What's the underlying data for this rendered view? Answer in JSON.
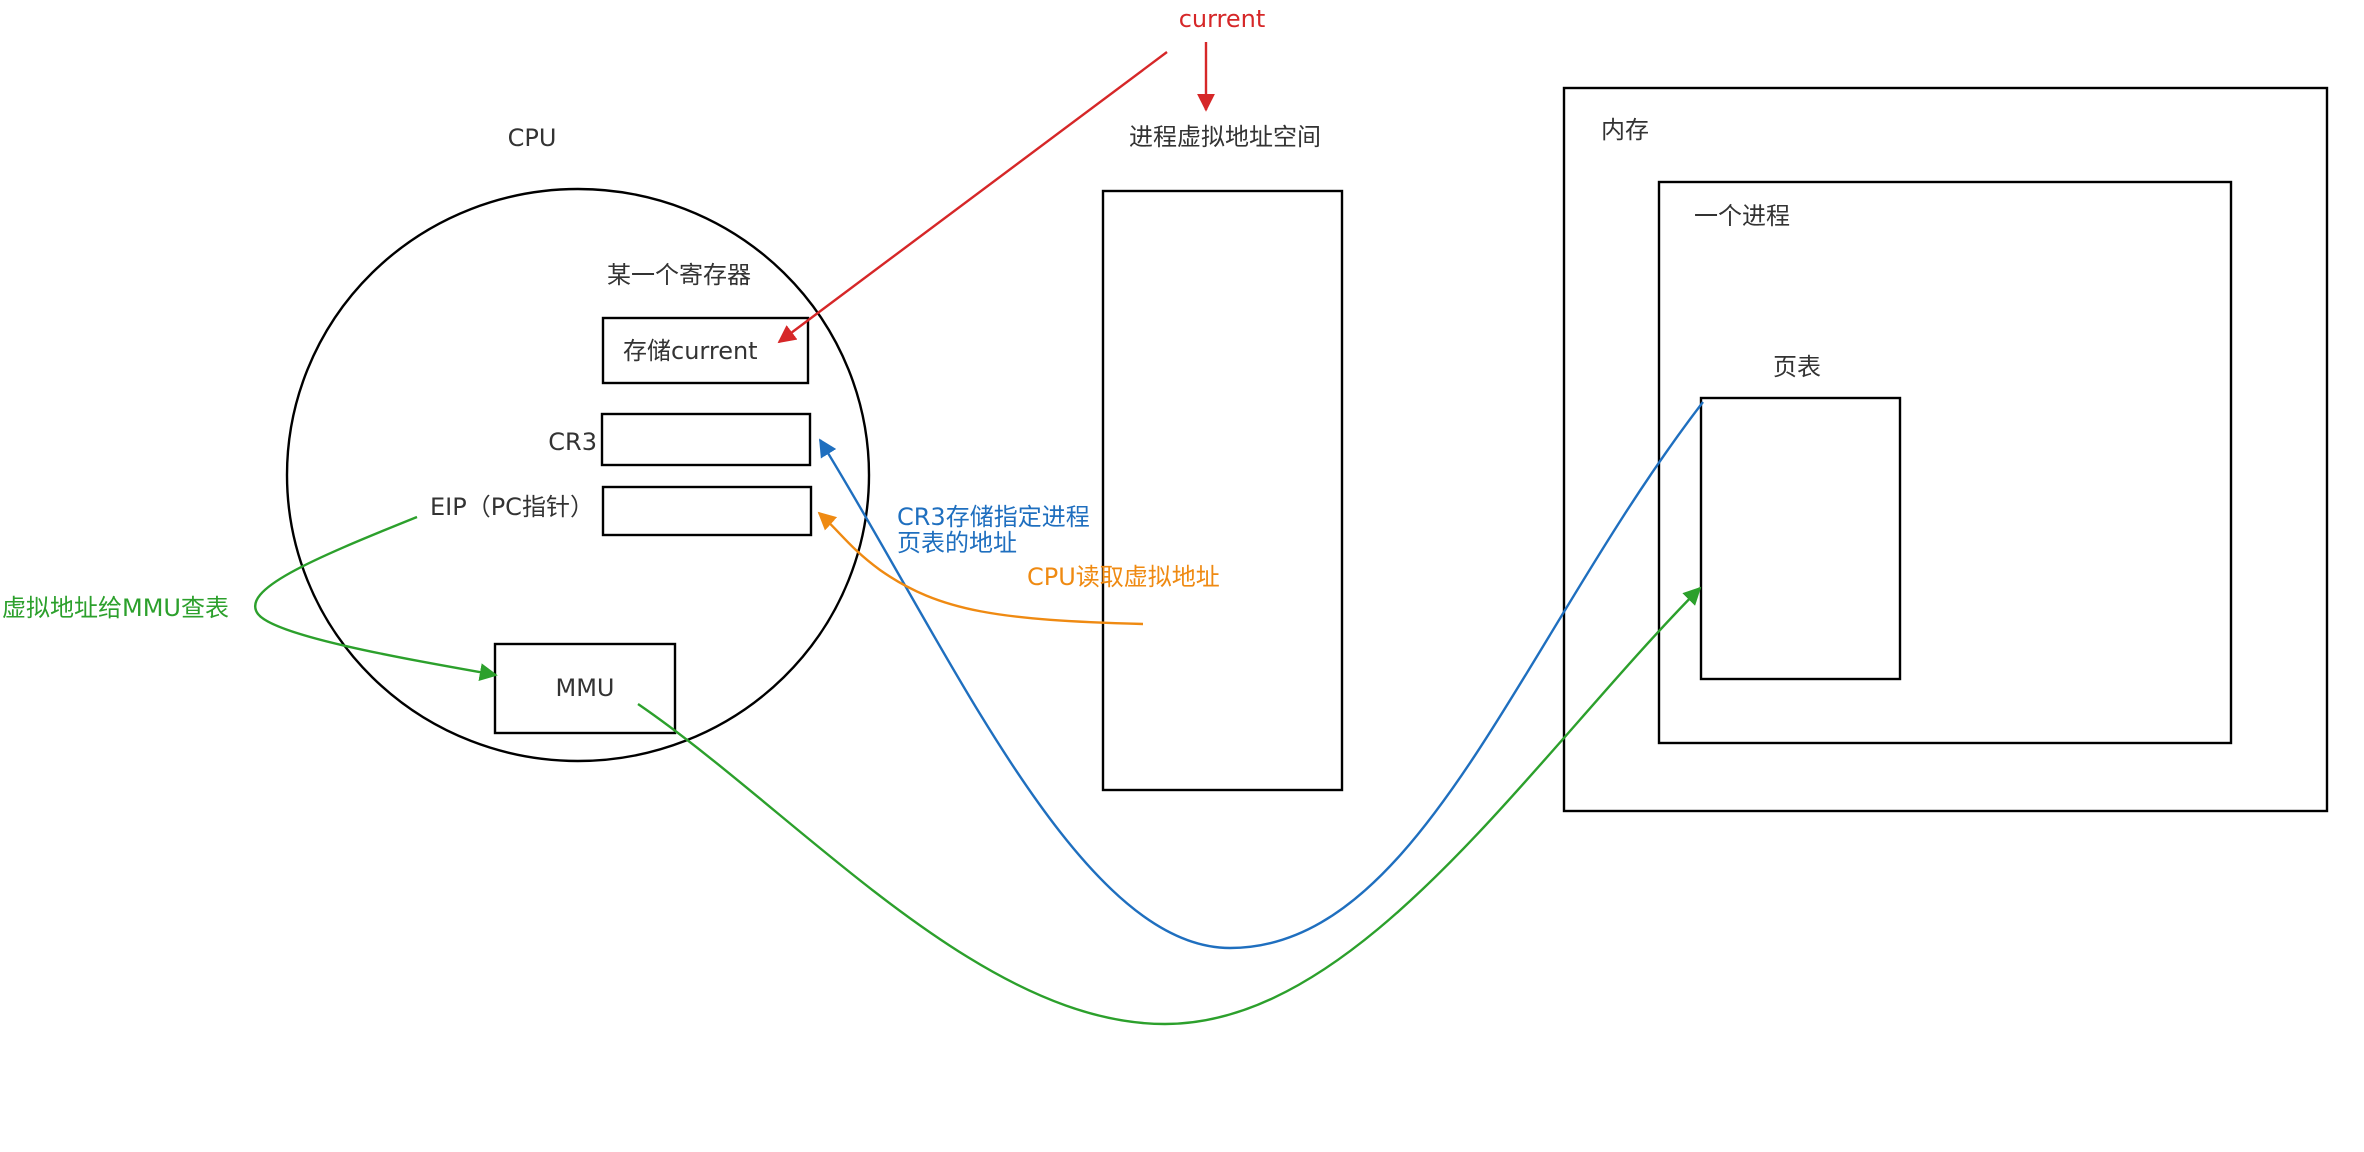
{
  "diagram": {
    "nodes": {
      "cpu": {
        "label": "CPU"
      },
      "register": {
        "label": "某一个寄存器",
        "box_text": "存储current"
      },
      "cr3": {
        "label": "CR3"
      },
      "eip": {
        "label": "EIP（PC指针）"
      },
      "mmu": {
        "label": "MMU"
      },
      "vas": {
        "label": "进程虚拟地址空间"
      },
      "memory": {
        "label": "内存"
      },
      "process": {
        "label": "一个进程"
      },
      "page_table": {
        "label": "页表"
      },
      "current": {
        "label": "current"
      }
    },
    "edges": {
      "current_to_register": {
        "color": "#d62728"
      },
      "current_to_vas": {
        "color": "#d62728"
      },
      "page_table_to_cr3": {
        "label_line1": "CR3存储指定进程",
        "label_line2": "页表的地址",
        "color": "#1f6fbf"
      },
      "vas_to_eip": {
        "label": "CPU读取虚拟地址",
        "color": "#ef8a12"
      },
      "eip_to_mmu": {
        "label": "虚拟地址给MMU查表",
        "color": "#2ca02c"
      },
      "mmu_to_page_table": {
        "color": "#2ca02c"
      }
    },
    "colors": {
      "stroke": "#000000",
      "text": "#333333",
      "red": "#d62728",
      "blue": "#1f6fbf",
      "orange": "#ef8a12",
      "green": "#2ca02c"
    }
  }
}
